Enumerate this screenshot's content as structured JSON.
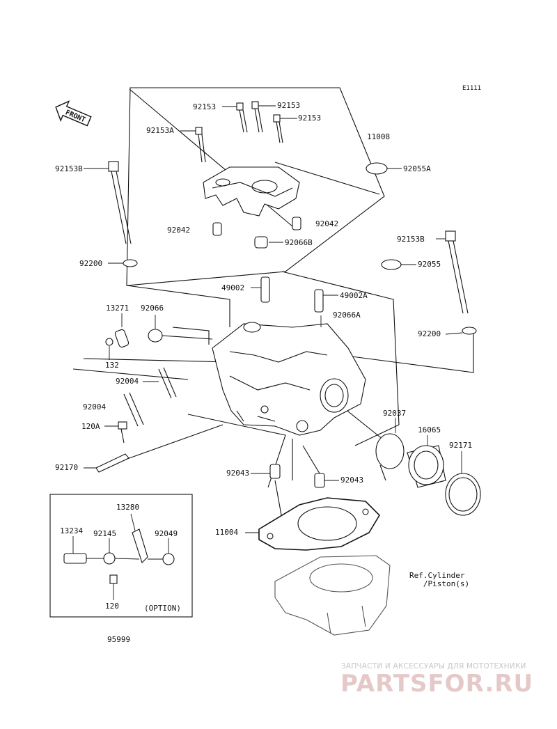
{
  "diagram": {
    "code": "E1111",
    "ref_note": "Ref.Cylinder\n   /Piston(s)",
    "option_label": "(OPTION)",
    "front_label": "FRONT",
    "part_labels": [
      {
        "id": "p1",
        "text": "92153"
      },
      {
        "id": "p2",
        "text": "92153"
      },
      {
        "id": "p3",
        "text": "92153"
      },
      {
        "id": "p4",
        "text": "92153A"
      },
      {
        "id": "p5",
        "text": "11008"
      },
      {
        "id": "p6",
        "text": "92153B"
      },
      {
        "id": "p7",
        "text": "92055A"
      },
      {
        "id": "p8",
        "text": "92042"
      },
      {
        "id": "p9",
        "text": "92042"
      },
      {
        "id": "p10",
        "text": "92153B"
      },
      {
        "id": "p11",
        "text": "92066B"
      },
      {
        "id": "p12",
        "text": "92200"
      },
      {
        "id": "p13",
        "text": "92055"
      },
      {
        "id": "p14",
        "text": "49002"
      },
      {
        "id": "p15",
        "text": "49002A"
      },
      {
        "id": "p16",
        "text": "13271"
      },
      {
        "id": "p17",
        "text": "92066"
      },
      {
        "id": "p18",
        "text": "92066A"
      },
      {
        "id": "p19",
        "text": "92200"
      },
      {
        "id": "p20",
        "text": "132"
      },
      {
        "id": "p21",
        "text": "92004"
      },
      {
        "id": "p22",
        "text": "92004"
      },
      {
        "id": "p23",
        "text": "92037"
      },
      {
        "id": "p24",
        "text": "16065"
      },
      {
        "id": "p25",
        "text": "120A"
      },
      {
        "id": "p26",
        "text": "92171"
      },
      {
        "id": "p27",
        "text": "92170"
      },
      {
        "id": "p28",
        "text": "92043"
      },
      {
        "id": "p29",
        "text": "92043"
      },
      {
        "id": "p30",
        "text": "13280"
      },
      {
        "id": "p31",
        "text": "11004"
      },
      {
        "id": "p32",
        "text": "13234"
      },
      {
        "id": "p33",
        "text": "92145"
      },
      {
        "id": "p34",
        "text": "92049"
      },
      {
        "id": "p35",
        "text": "120"
      },
      {
        "id": "p36",
        "text": "95999"
      }
    ]
  },
  "watermark": {
    "tagline": "ЗАПЧАСТИ И АКСЕССУАРЫ ДЛЯ МОТОТЕХНИКИ",
    "logo": "PARTSFOR.RU"
  }
}
